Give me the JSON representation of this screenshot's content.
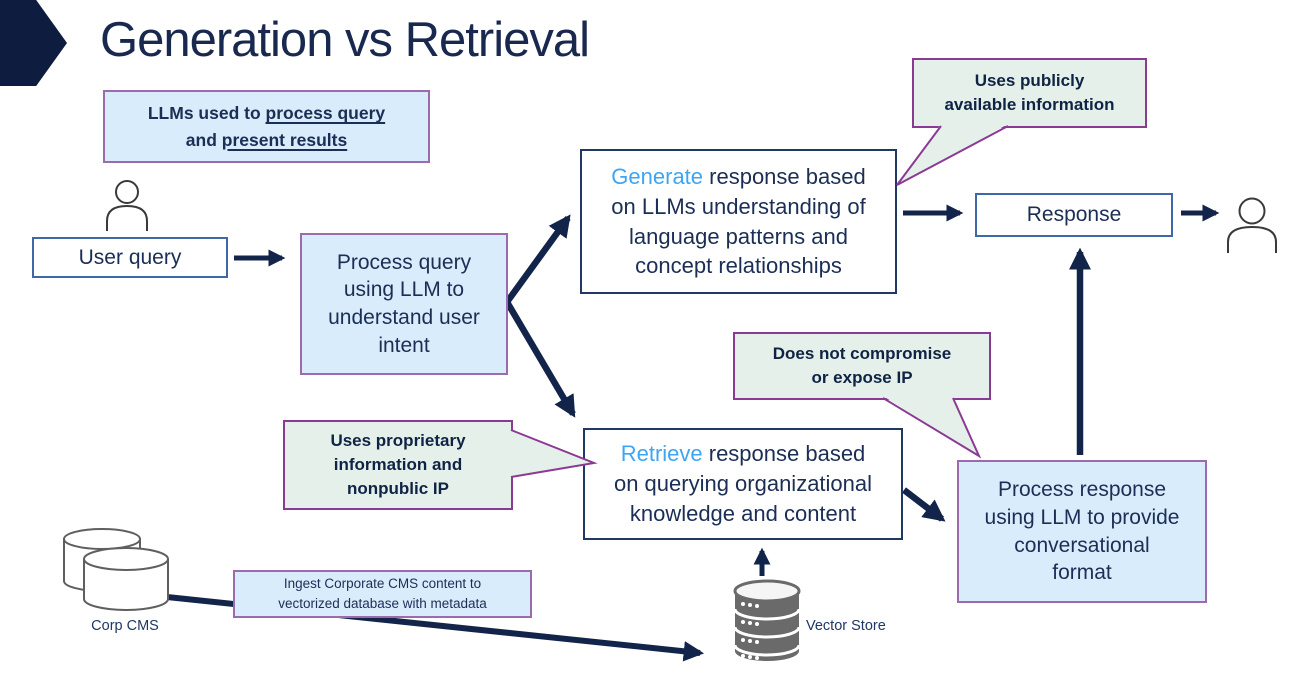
{
  "title": "Generation vs Retrieval",
  "note": {
    "line1_text": "LLMs used to ",
    "line1_underlined": "process query",
    "line2_text": "and ",
    "line2_underlined": "present results"
  },
  "flow": {
    "user_query": "User query",
    "process_query": "Process query\nusing LLM to\nunderstand user\nintent",
    "generate_highlight": "Generate",
    "generate_rest": " response based\non LLMs understanding of\nlanguage patterns and\nconcept relationships",
    "retrieve_highlight": "Retrieve",
    "retrieve_rest": " response based\non querying organizational\nknowledge and content",
    "response": "Response",
    "process_response": "Process response\nusing LLM to provide\nconversational\nformat",
    "ingest_note": "Ingest Corporate CMS content to\nvectorized database with metadata"
  },
  "callouts": {
    "public": "Uses publicly\navailable information",
    "no_ip_exposure": "Does not compromise\nor expose IP",
    "proprietary": "Uses proprietary\ninformation and\nnonpublic IP"
  },
  "datastores": {
    "corp_cms": "Corp CMS",
    "vector_store": "Vector Store"
  },
  "colors": {
    "navy_text": "#18284E",
    "accent_blue": "#3DA5F4",
    "box_blue_bg": "#D9ECFB",
    "box_purple_border": "#9B6BAE",
    "bubble_green_bg": "#E5F0EA",
    "bubble_purple_border": "#8B3A94",
    "white_box_border_blue": "#3E68A8",
    "white_box_border_navy": "#1F3864",
    "arrow": "#13244A",
    "db_gray": "#6A6A6A",
    "chevron": "#0D1C3F"
  }
}
